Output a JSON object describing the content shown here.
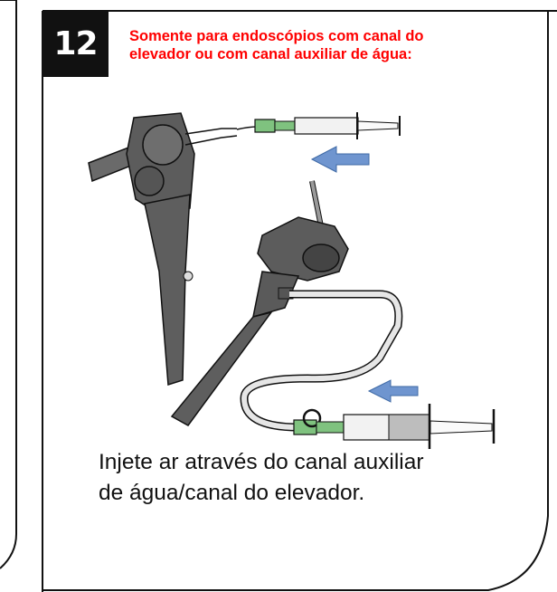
{
  "step": {
    "number": "12"
  },
  "warning": {
    "text": "Somente para endoscópios com canal  do\nelevador  ou com canal auxiliar  de água:"
  },
  "caption": {
    "text": "Injete ar através do canal auxiliar\nde água/canal do elevador."
  },
  "colors": {
    "warning_text": "#ff0000",
    "badge_bg": "#111111",
    "arrow": "#6f95cf",
    "connector": "#7fc27f",
    "scope_body": "#5c5c5c",
    "tube": "#e6e6e6"
  },
  "icons": {
    "flow_arrow": "arrow-left-icon"
  }
}
